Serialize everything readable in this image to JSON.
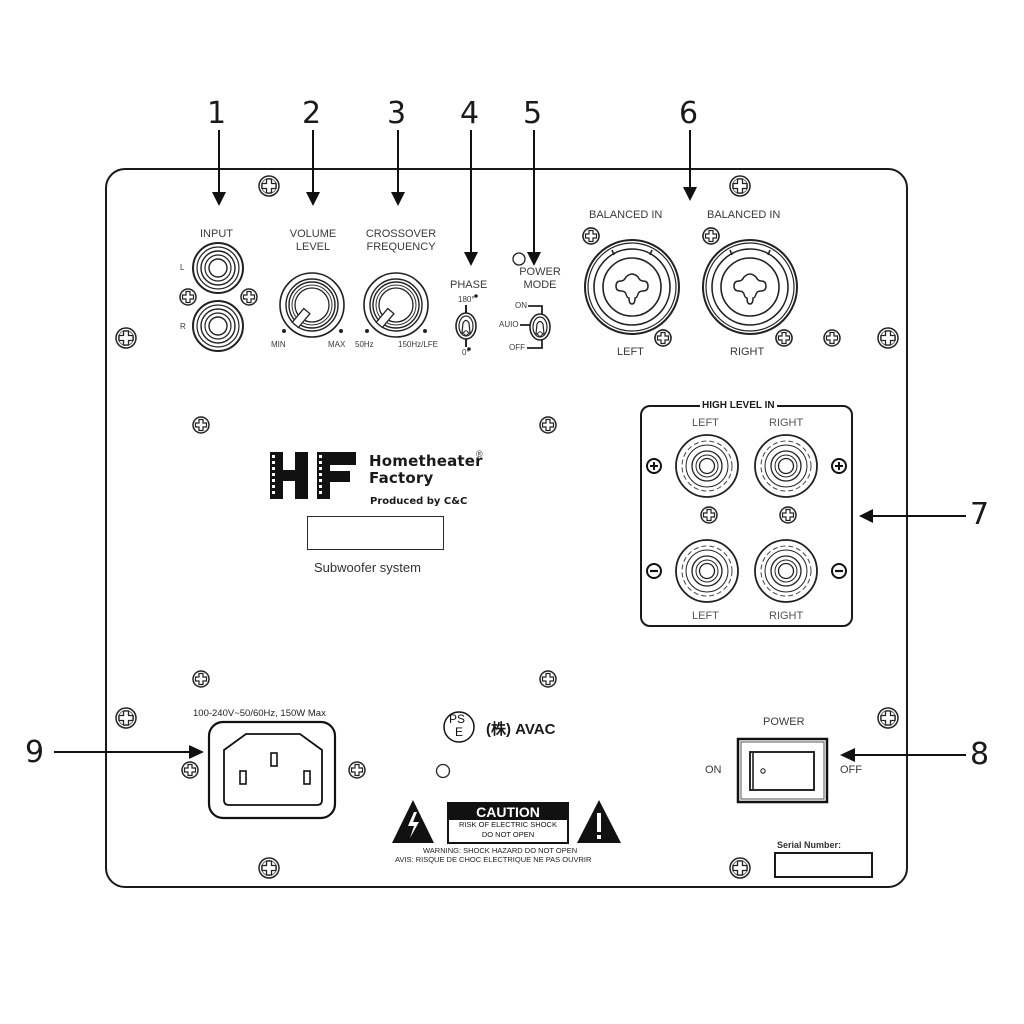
{
  "diagram": {
    "title": "Subwoofer rear panel",
    "callouts": [
      {
        "number": "1",
        "target": "input"
      },
      {
        "number": "2",
        "target": "volume-level"
      },
      {
        "number": "3",
        "target": "crossover-frequency"
      },
      {
        "number": "4",
        "target": "phase"
      },
      {
        "number": "5",
        "target": "power-mode"
      },
      {
        "number": "6",
        "target": "balanced-in"
      },
      {
        "number": "7",
        "target": "high-level-in"
      },
      {
        "number": "8",
        "target": "power-switch"
      },
      {
        "number": "9",
        "target": "ac-inlet"
      }
    ]
  },
  "input": {
    "label": "INPUT",
    "left": "L",
    "right": "R"
  },
  "volume": {
    "label_line1": "VOLUME",
    "label_line2": "LEVEL",
    "min": "MIN",
    "max": "MAX"
  },
  "crossover": {
    "label_line1": "CROSSOVER",
    "label_line2": "FREQUENCY",
    "min": "50Hz",
    "max": "150Hz/LFE"
  },
  "phase": {
    "label": "PHASE",
    "top": "180°",
    "bottom": "0°"
  },
  "power_mode": {
    "label_line1": "POWER",
    "label_line2": "MODE",
    "on": "ON",
    "auto": "AUIO",
    "off": "OFF"
  },
  "balanced_in": {
    "left_title": "BALANCED IN",
    "right_title": "BALANCED IN",
    "left_label": "LEFT",
    "right_label": "RIGHT"
  },
  "high_level_in": {
    "title": "HIGH LEVEL IN",
    "top_left": "LEFT",
    "top_right": "RIGHT",
    "bottom_left": "LEFT",
    "bottom_right": "RIGHT",
    "plus": "+",
    "minus": "−"
  },
  "brand": {
    "logo": "HF",
    "name_line1": "Hometheater",
    "name_line2": "Factory",
    "registered": "®",
    "produced_by": "Produced by C&C",
    "product": "Subwoofer system"
  },
  "power": {
    "rating": "100-240V~50/60Hz, 150W Max",
    "switch_label": "POWER",
    "on": "ON",
    "off": "OFF"
  },
  "certification": {
    "pse_top": "PS",
    "pse_bottom": "E",
    "maker": "(株) AVAC"
  },
  "caution": {
    "heading": "CAUTION",
    "line1": "RISK OF ELECTRIC SHOCK",
    "line2": "DO NOT OPEN",
    "warning": "WARNING: SHOCK HAZARD DO NOT OPEN",
    "avis": "AVIS: RISQUE DE CHOC ELECTRIQUE NE PAS OUVRIR"
  },
  "serial": {
    "label": "Serial Number:"
  }
}
